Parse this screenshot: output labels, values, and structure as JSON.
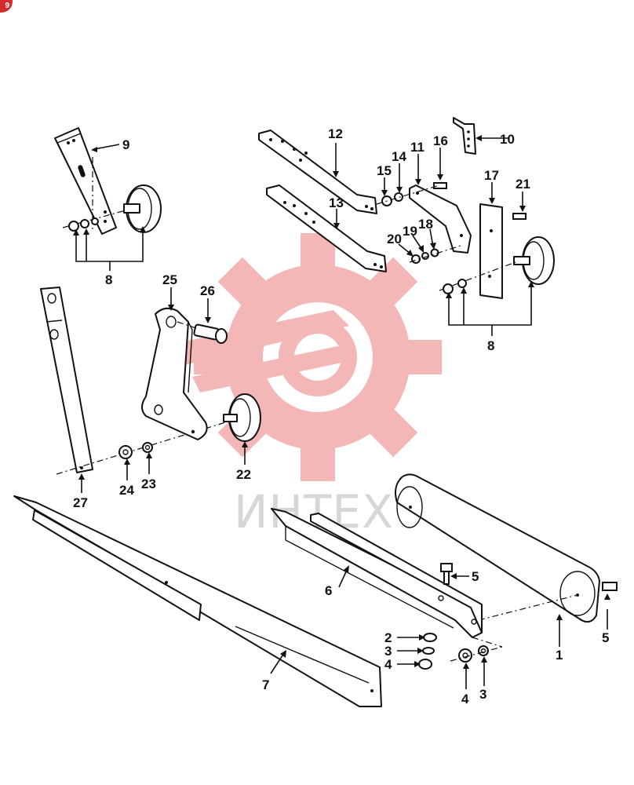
{
  "corner_badge": {
    "text": "9",
    "color": "#d42a2a"
  },
  "watermark": {
    "text": "ИНТЕХ",
    "gear_color": "#f3b7b7",
    "text_color": "#d6d6d6"
  },
  "callouts": [
    {
      "id": "c9",
      "label": "9"
    },
    {
      "id": "c8a",
      "label": "8"
    },
    {
      "id": "c12",
      "label": "12"
    },
    {
      "id": "c13",
      "label": "13"
    },
    {
      "id": "c10",
      "label": "10"
    },
    {
      "id": "c16",
      "label": "16"
    },
    {
      "id": "c11",
      "label": "11"
    },
    {
      "id": "c14",
      "label": "14"
    },
    {
      "id": "c15",
      "label": "15"
    },
    {
      "id": "c17",
      "label": "17"
    },
    {
      "id": "c21",
      "label": "21"
    },
    {
      "id": "c18",
      "label": "18"
    },
    {
      "id": "c19",
      "label": "19"
    },
    {
      "id": "c20",
      "label": "20"
    },
    {
      "id": "c8b",
      "label": "8"
    },
    {
      "id": "c25",
      "label": "25"
    },
    {
      "id": "c26",
      "label": "26"
    },
    {
      "id": "c27",
      "label": "27"
    },
    {
      "id": "c24",
      "label": "24"
    },
    {
      "id": "c23",
      "label": "23"
    },
    {
      "id": "c22",
      "label": "22"
    },
    {
      "id": "c6",
      "label": "6"
    },
    {
      "id": "c5a",
      "label": "5"
    },
    {
      "id": "c5b",
      "label": "5"
    },
    {
      "id": "c1",
      "label": "1"
    },
    {
      "id": "c2",
      "label": "2"
    },
    {
      "id": "c3a",
      "label": "3"
    },
    {
      "id": "c4a",
      "label": "4"
    },
    {
      "id": "c4b",
      "label": "4"
    },
    {
      "id": "c3b",
      "label": "3"
    },
    {
      "id": "c7",
      "label": "7"
    }
  ]
}
